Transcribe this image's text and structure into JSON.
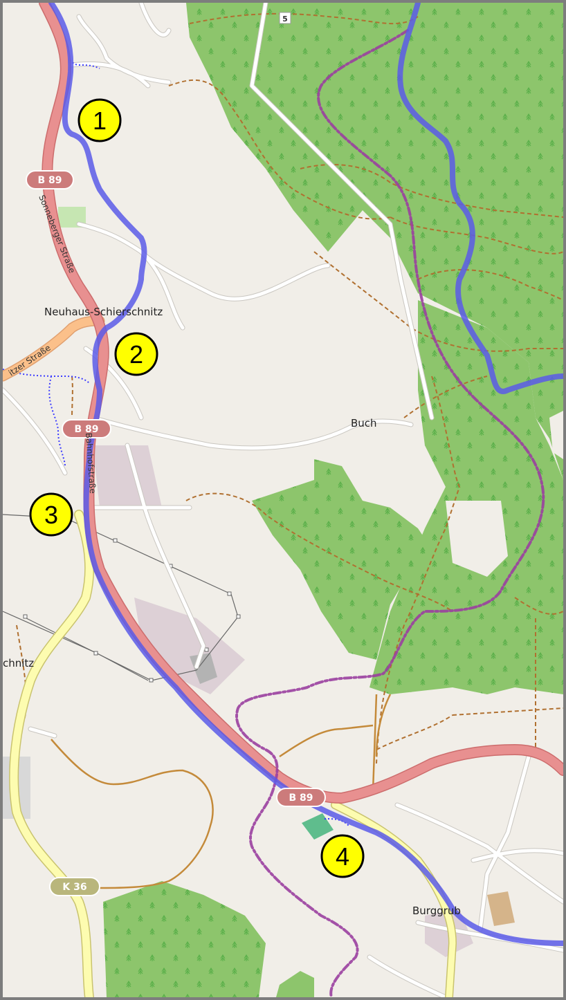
{
  "map": {
    "places": [
      {
        "id": "neuhaus",
        "label": "Neuhaus-Schierschnitz"
      },
      {
        "id": "buch",
        "label": "Buch"
      },
      {
        "id": "chnitz",
        "label": "chnitz"
      },
      {
        "id": "burggrub",
        "label": "Burggrub"
      }
    ],
    "streets": [
      {
        "id": "sonneberger",
        "label": "Sonneberger Straße"
      },
      {
        "id": "bahnhof",
        "label": "Bahnhofstraße"
      },
      {
        "id": "itzer",
        "label": "itzer Straße"
      }
    ],
    "road_shields": [
      {
        "id": "b89a",
        "label": "B 89"
      },
      {
        "id": "b89b",
        "label": "B 89"
      },
      {
        "id": "b89c",
        "label": "B 89"
      },
      {
        "id": "k36",
        "label": "K 36"
      },
      {
        "id": "s",
        "label": "5"
      }
    ],
    "markers": [
      {
        "id": "m1",
        "label": "1"
      },
      {
        "id": "m2",
        "label": "2"
      },
      {
        "id": "m3",
        "label": "3"
      },
      {
        "id": "m4",
        "label": "4"
      }
    ],
    "colors": {
      "background": "#f1eee8",
      "forest": "#8dc56c",
      "tree_symbol": "#5bb04a",
      "federal_road": "#e89090",
      "route_blue": "#5a5ae8",
      "route_purple": "#9a3fa0",
      "track_brown": "#b07030",
      "secondary_road": "#fdfcb0",
      "residential": "#ddd0d6",
      "marker_fill": "#ffff00"
    }
  }
}
